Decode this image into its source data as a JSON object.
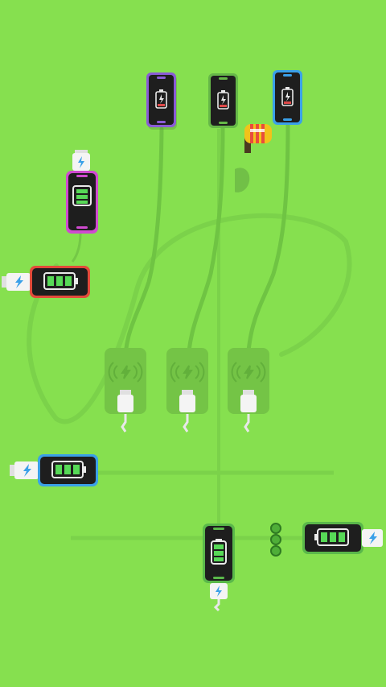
{
  "game": {
    "title": "",
    "colors": {
      "background": "#86e04f",
      "track": "#74c846",
      "cable": "#6fc443",
      "screen": "#1e1e1e",
      "battery_low": "#e04a4a",
      "battery_full": "#57d957",
      "pad": "#74c446"
    },
    "devices_top": [
      {
        "id": "phone-purple",
        "frame_color": "#8a5bd6",
        "battery_level": 0.25,
        "state": "low"
      },
      {
        "id": "phone-green",
        "frame_color": "#66b848",
        "battery_level": 0.25,
        "state": "low"
      },
      {
        "id": "phone-blue",
        "frame_color": "#3aa0e8",
        "battery_level": 0.25,
        "state": "low"
      }
    ],
    "devices_charged": [
      {
        "id": "phone-magenta-vertical",
        "frame_color": "#d04ad0",
        "battery_level": 1.0,
        "state": "full"
      },
      {
        "id": "phone-red-horizontal",
        "frame_color": "#e24b3a",
        "battery_level": 1.0,
        "state": "full"
      },
      {
        "id": "phone-blue-horizontal",
        "frame_color": "#3aa0e8",
        "battery_level": 1.0,
        "state": "full"
      },
      {
        "id": "phone-green-bottom",
        "frame_color": "#5ab84a",
        "battery_level": 1.0,
        "state": "full"
      },
      {
        "id": "phone-green-right",
        "frame_color": "#5ab84a",
        "battery_level": 1.0,
        "state": "full"
      }
    ],
    "charging_pads": 3,
    "icons": [
      "lightning-icon",
      "wireless-charge-icon",
      "battery-icon",
      "usb-plug-icon",
      "pin-icon"
    ]
  }
}
